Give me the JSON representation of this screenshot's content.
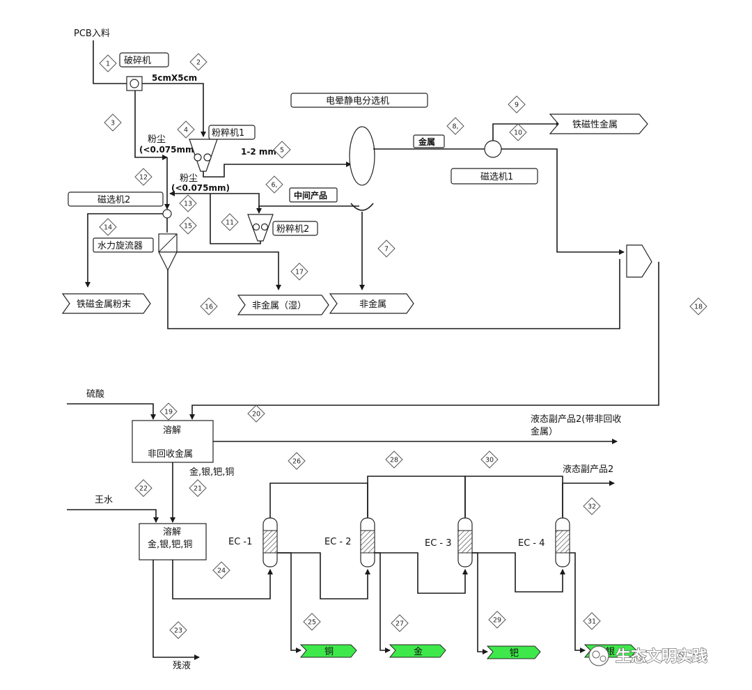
{
  "labels": {
    "pcb_input": "PCB入料",
    "crusher": "破碎机",
    "size": "5cmX5cm",
    "electrostatic": "电晕静电分选机",
    "dust1": "粉尘",
    "dust1_size": "(<0.075mm)",
    "pulverizer1": "粉粹机1",
    "size_12mm": "1-2 mm",
    "metal": "金属",
    "ferro_metal": "铁磁性金属",
    "mag_sep1": "磁选机1",
    "dust2": "粉尘",
    "dust2_size": "(<0.075mm)",
    "mag_sep2": "磁选机2",
    "intermediate": "中间产品",
    "pulverizer2": "粉粹机2",
    "hydrocyclone": "水力旋流器",
    "ferro_powder": "铁磁金属粉末",
    "nonmetal_wet": "非金属（湿）",
    "nonmetal": "非金属",
    "sulfuric": "硫酸",
    "dissolve1_title": "溶解",
    "dissolve1_sub": "非回收金属",
    "liquid_byproduct_a": "液态副产品2(带非回收",
    "liquid_byproduct_b": "金属）",
    "metals_list": "金,银,钯,铜",
    "aqua_regia": "王水",
    "dissolve2_title": "溶解",
    "dissolve2_sub": "金,银,钯,铜",
    "liquid_byproduct2": "液态副产品2",
    "ec1": "EC -1",
    "ec2": "EC - 2",
    "ec3": "EC - 3",
    "ec4": "EC - 4",
    "residue": "残液",
    "copper": "铜",
    "gold": "金",
    "palladium": "钯",
    "silver_partial": "银",
    "watermark": "生态文明实践"
  },
  "stream_tags": [
    "1",
    "2",
    "3",
    "4",
    "5",
    "6,",
    "7",
    "8,",
    "9",
    "10",
    "11",
    "12",
    "13",
    "14",
    "15",
    "16",
    "17",
    "18",
    "19",
    "20",
    "21",
    "22",
    "23",
    "24",
    "25",
    "26",
    "27",
    "28",
    "29",
    "30",
    "31",
    "32"
  ],
  "colors": {
    "product_fill": "#3ee84a",
    "line": "#1a1a1a"
  }
}
